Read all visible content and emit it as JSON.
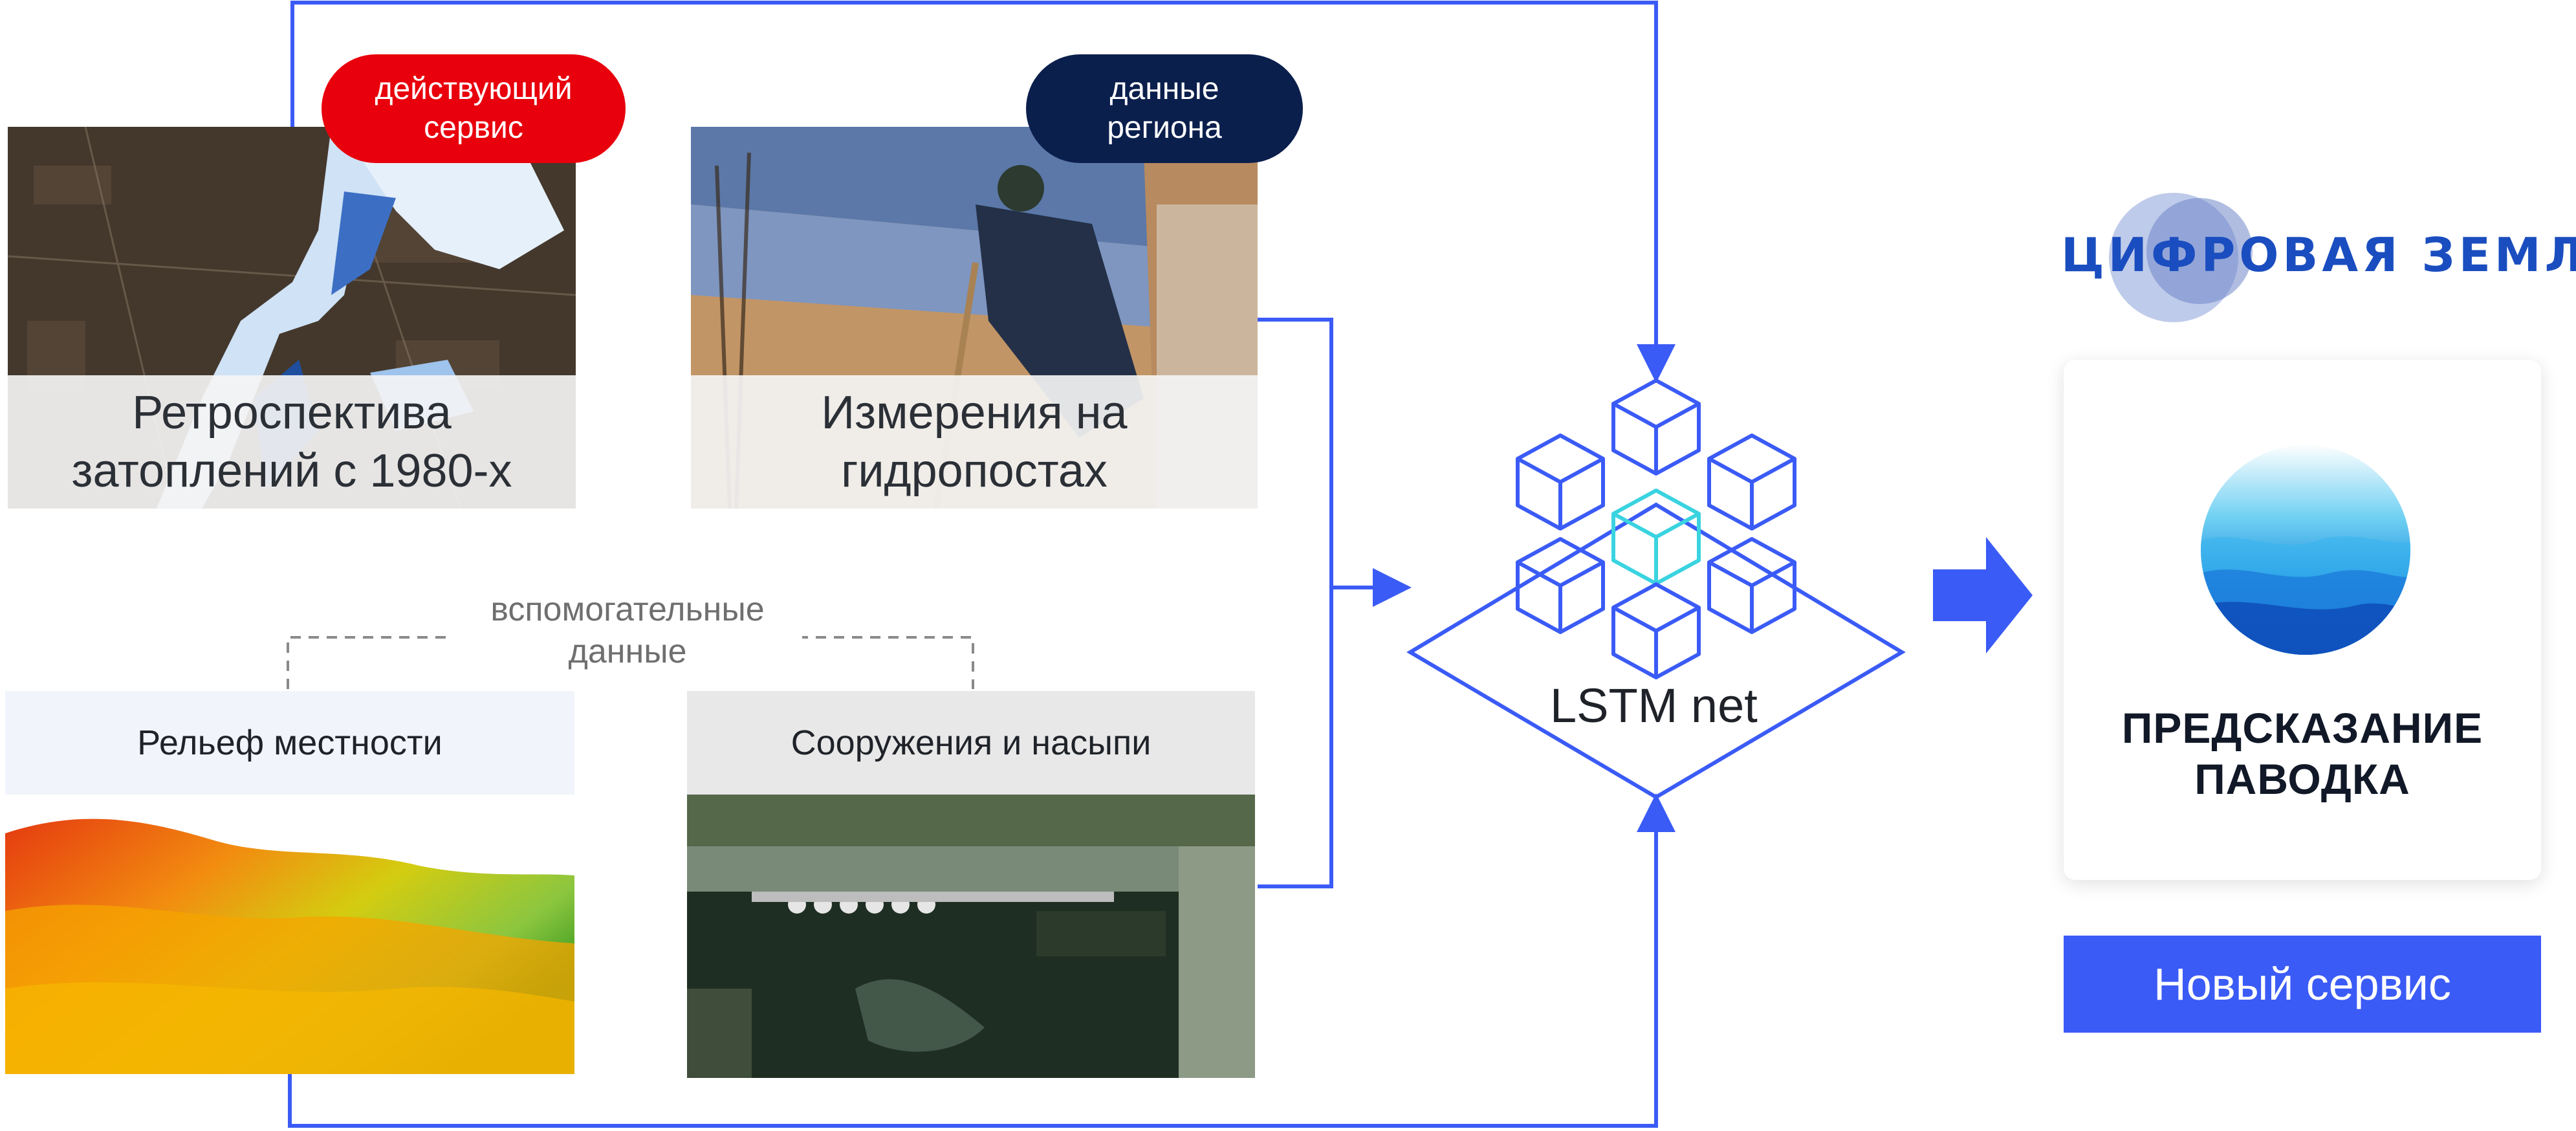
{
  "panels": {
    "retro": {
      "caption_line1": "Ретроспектива",
      "caption_line2": "затоплений с 1980-х"
    },
    "gauges": {
      "caption_line1": "Измерения на",
      "caption_line2": "гидропостах"
    },
    "relief": {
      "header": "Рельеф местности"
    },
    "structures": {
      "header": "Сооружения и насыпи"
    }
  },
  "badges": {
    "active_service": {
      "line1": "действующий",
      "line2": "сервис"
    },
    "regional_data": {
      "line1": "данные",
      "line2": "региона"
    }
  },
  "auxiliary_label": {
    "line1": "вспомогательные",
    "line2": "данные"
  },
  "model": {
    "label": "LSTM net"
  },
  "brand": {
    "name": "ЦИФРОВАЯ ЗЕМЛЯ"
  },
  "result_card": {
    "title_line1": "ПРЕДСКАЗАНИЕ",
    "title_line2": "ПАВОДКА"
  },
  "new_service_button": {
    "label": "Новый сервис"
  },
  "colors": {
    "accent_blue": "#3b5bf6",
    "badge_red": "#e8000c",
    "badge_navy": "#0b1f4d",
    "brand_blue": "#1a4dbf",
    "cube_cyan": "#3ad3e0"
  },
  "icons": [
    "cube-icon",
    "arrow-right-icon",
    "water-sphere-icon",
    "brand-logo-circles"
  ]
}
